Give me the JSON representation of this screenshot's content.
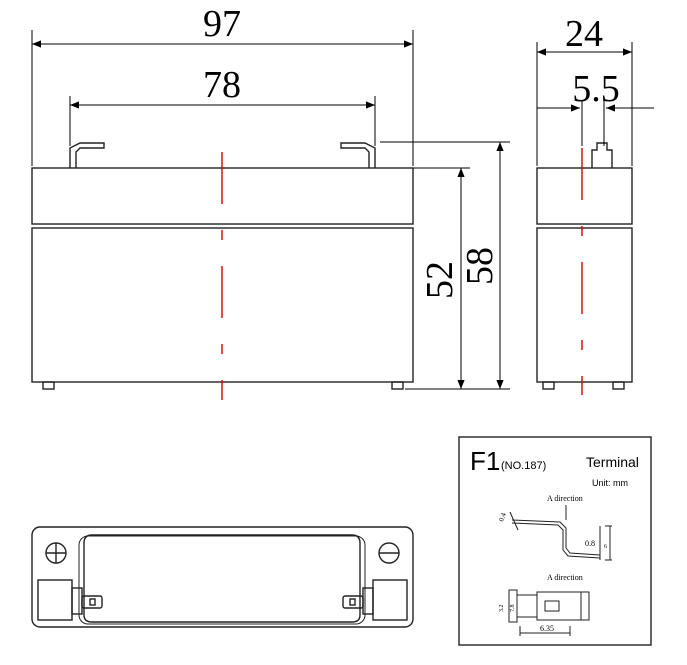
{
  "dimensions": {
    "length": "97",
    "terminal_spacing": "78",
    "height_case": "52",
    "height_total": "58",
    "width": "24",
    "terminal_offset": "5.5"
  },
  "terminal_box": {
    "code": "F1",
    "code_note": "(NO.187)",
    "title": "Terminal",
    "unit": "Unit: mm",
    "direction_label_1": "A direction",
    "direction_label_2": "A direction",
    "dim_thickness": "0.8",
    "dim_width": "6.35",
    "dim_small_a": "0.4",
    "dim_small_b": "6",
    "dim_side_a": "3.2",
    "dim_side_b": "7.8"
  },
  "colors": {
    "line": "#222222",
    "centerline": "#d40000"
  }
}
